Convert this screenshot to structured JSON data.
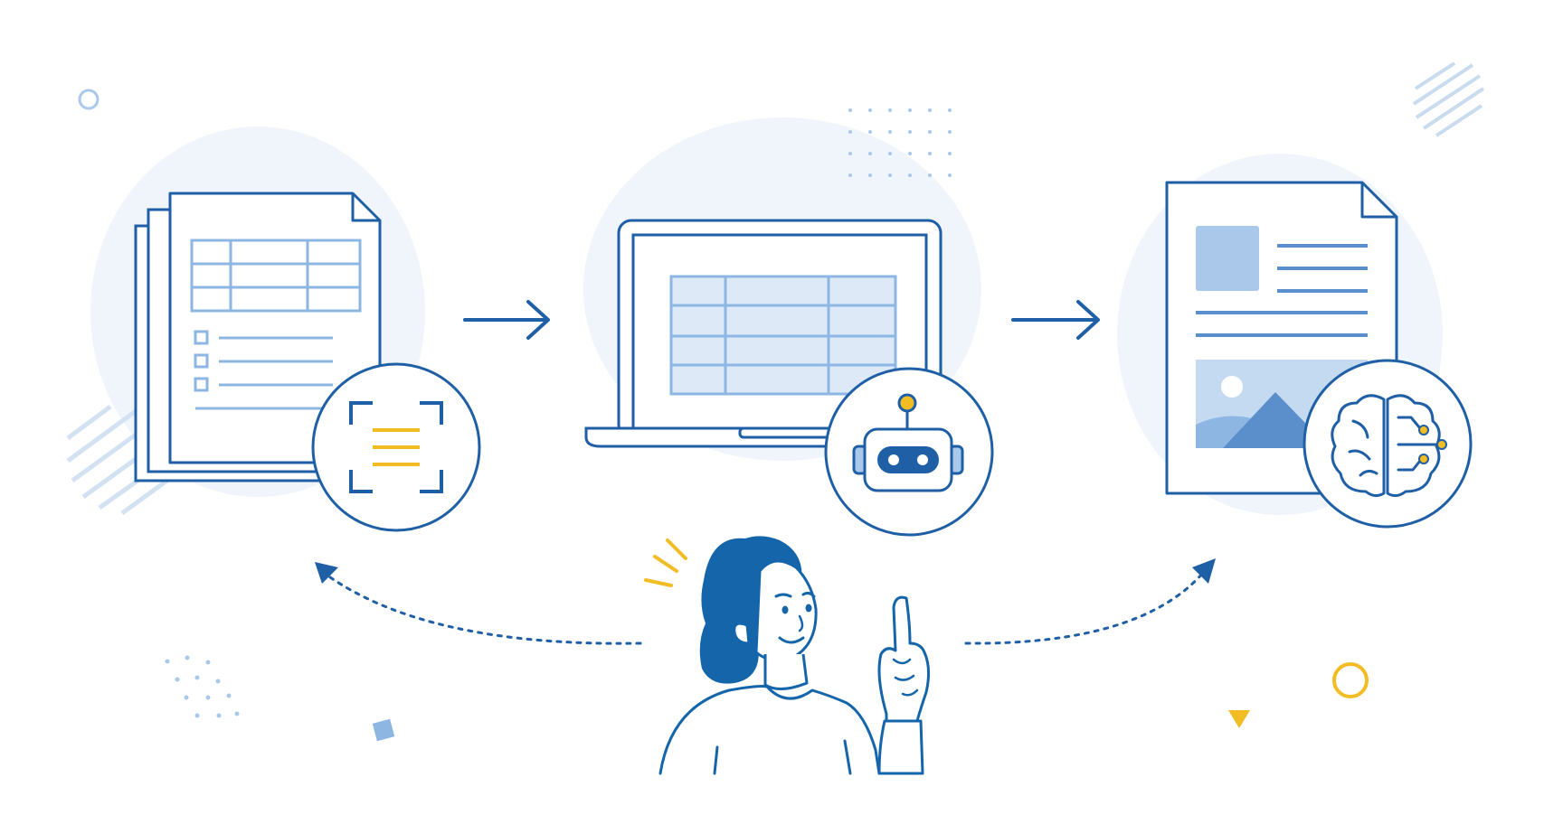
{
  "illustration": {
    "steps": [
      {
        "name": "scanned-paper-documents",
        "badge_icon": "document-scan-icon"
      },
      {
        "name": "laptop-spreadsheet",
        "badge_icon": "robot-icon"
      },
      {
        "name": "structured-report-document",
        "badge_icon": "ai-brain-icon"
      }
    ],
    "connectors": [
      "right-arrow-icon",
      "right-arrow-icon"
    ],
    "feedback_arrows": [
      "dotted-arrow-to-documents",
      "dotted-arrow-to-report"
    ],
    "person": {
      "name": "person-pointing-up",
      "gesture": "index-finger-raised"
    }
  },
  "colors": {
    "background": "#ffffff",
    "stroke_blue": "#1f5fa6",
    "light_blue": "#a9c8ea",
    "pale_blue": "#f0f5fb",
    "hair_blue": "#1565ab",
    "accent_yellow": "#f2bd24"
  }
}
